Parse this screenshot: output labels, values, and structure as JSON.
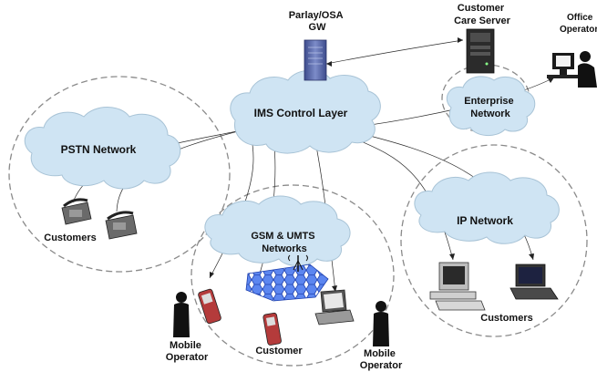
{
  "nodes": {
    "parlay_gw": "Parlay/OSA\nGW",
    "customer_care_server": "Customer\nCare Server",
    "office_operator": "Office\nOperator",
    "ims_control_layer": "IMS Control Layer",
    "enterprise_network": "Enterprise\nNetwork",
    "pstn_network": "PSTN Network",
    "pstn_customers": "Customers",
    "gsm_umts_networks": "GSM & UMTS\nNetworks",
    "ip_network": "IP Network",
    "ip_customers": "Customers",
    "mobile_operator_left": "Mobile\nOperator",
    "gsm_customer": "Customer",
    "mobile_operator_right": "Mobile\nOperator"
  },
  "colors": {
    "cloud_fill": "#cfe4f3",
    "region_border": "#8a8a8a",
    "server": "#5a6aa8",
    "hex_grid": "#3b63d6"
  }
}
